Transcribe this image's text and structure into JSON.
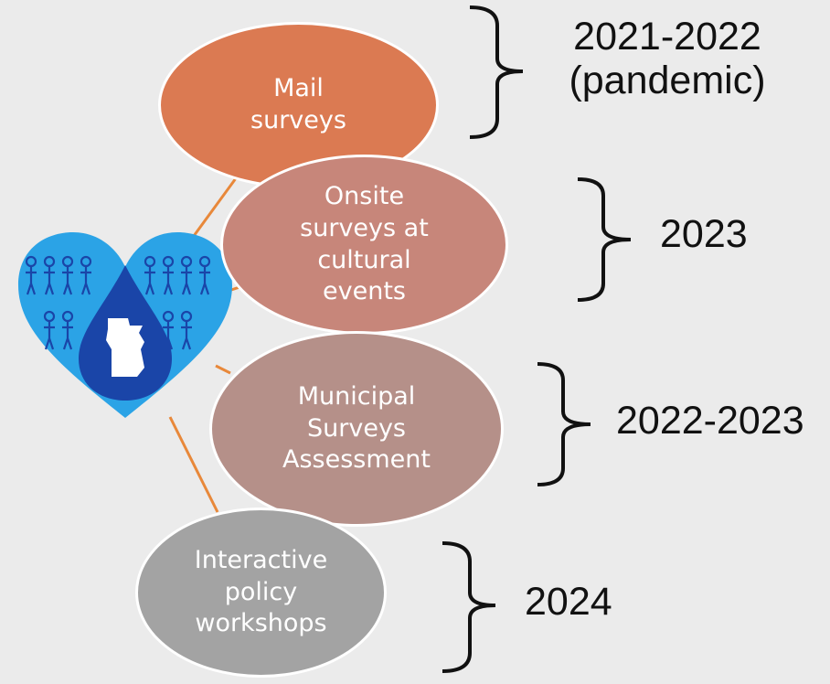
{
  "colors": {
    "background": "#ebebeb",
    "connector": "#e8883a",
    "brace": "#111111",
    "heart_light": "#2ba3e6",
    "heart_drop": "#1a45a8",
    "people_outline": "#1a45a8"
  },
  "logo": {
    "icon": "heart-water-drop-minnesota-people-icon"
  },
  "stages": [
    {
      "label": "Mail\nsurveys",
      "year": "2021-2022\n(pandemic)",
      "fill": "#db7a52"
    },
    {
      "label": "Onsite\nsurveys at\ncultural\nevents",
      "year": "2023",
      "fill": "#c7867a"
    },
    {
      "label": "Municipal\nSurveys\nAssessment",
      "year": "2022-2023",
      "fill": "#b59089"
    },
    {
      "label": "Interactive\npolicy\nworkshops",
      "year": "2024",
      "fill": "#a3a3a3"
    }
  ]
}
